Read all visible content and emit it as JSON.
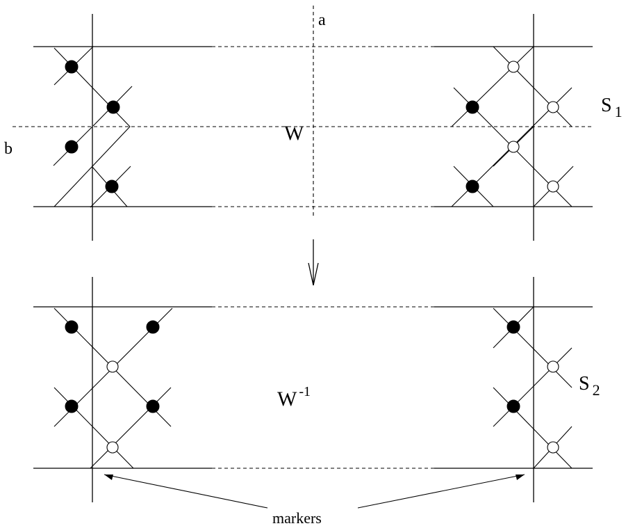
{
  "labels": {
    "top_axis": "a",
    "left_axis": "b",
    "top_center": "W",
    "bottom_center": "W",
    "bottom_center_exponent": "-1",
    "s1_letter": "S",
    "s1_subscript": "1",
    "s2_letter": "S",
    "s2_subscript": "2",
    "markers": "markers"
  },
  "colors": {
    "ink": "#000000",
    "background": "#ffffff"
  }
}
